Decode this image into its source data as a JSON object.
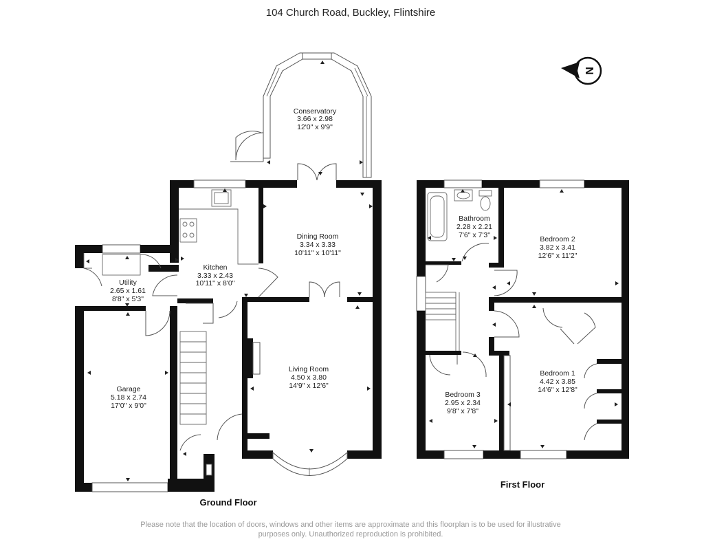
{
  "title": "104 Church Road, Buckley, Flintshire",
  "compass": {
    "letter": "N",
    "icon": "north-arrow-icon"
  },
  "floors": {
    "ground": "Ground Floor",
    "first": "First Floor"
  },
  "rooms": {
    "conservatory": {
      "name": "Conservatory",
      "metric": "3.66 x 2.98",
      "imperial": "12'0\" x 9'9\""
    },
    "dining": {
      "name": "Dining Room",
      "metric": "3.34 x 3.33",
      "imperial": "10'11\" x 10'11\""
    },
    "kitchen": {
      "name": "Kitchen",
      "metric": "3.33 x 2.43",
      "imperial": "10'11\" x 8'0\""
    },
    "utility": {
      "name": "Utility",
      "metric": "2.65 x 1.61",
      "imperial": "8'8\" x 5'3\""
    },
    "garage": {
      "name": "Garage",
      "metric": "5.18 x 2.74",
      "imperial": "17'0\" x 9'0\""
    },
    "living": {
      "name": "Living Room",
      "metric": "4.50 x 3.80",
      "imperial": "14'9\" x 12'6\""
    },
    "bathroom": {
      "name": "Bathroom",
      "metric": "2.28 x 2.21",
      "imperial": "7'6\" x 7'3\""
    },
    "bedroom2": {
      "name": "Bedroom 2",
      "metric": "3.82 x 3.41",
      "imperial": "12'6\" x 11'2\""
    },
    "bedroom1": {
      "name": "Bedroom 1",
      "metric": "4.42 x 3.85",
      "imperial": "14'6\" x 12'8\""
    },
    "bedroom3": {
      "name": "Bedroom 3",
      "metric": "2.95 x 2.34",
      "imperial": "9'8\" x 7'8\""
    }
  },
  "disclaimer": {
    "line1": "Please note that the location of doors, windows and other items are approximate and this floorplan is to be used for illustrative",
    "line2": "purposes only. Unauthorized reproduction is prohibited."
  },
  "colors": {
    "wall": "#111111",
    "line": "#555555",
    "note": "#999999"
  }
}
